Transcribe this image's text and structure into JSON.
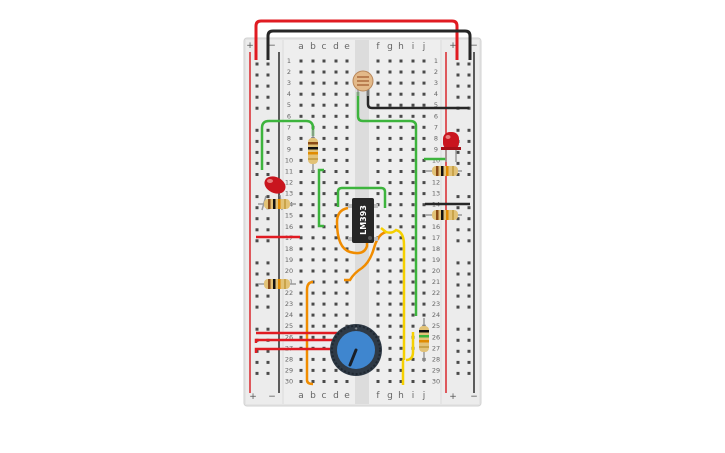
{
  "board": {
    "columns_left": [
      "a",
      "b",
      "c",
      "d",
      "e"
    ],
    "columns_right": [
      "f",
      "g",
      "h",
      "i",
      "j"
    ],
    "rows": [
      "1",
      "2",
      "3",
      "4",
      "5",
      "6",
      "7",
      "8",
      "9",
      "10",
      "11",
      "12",
      "13",
      "14",
      "15",
      "16",
      "17",
      "18",
      "19",
      "20",
      "21",
      "22",
      "23",
      "24",
      "25",
      "26",
      "27",
      "28",
      "29",
      "30"
    ],
    "rail_plus": "+",
    "rail_minus": "−"
  },
  "chip": {
    "part": "LM393"
  },
  "potentiometer": {
    "kind": "knob"
  },
  "colors": {
    "board": "#e9e9e9",
    "rail_red": "#d9262c",
    "rail_dark": "#2b2b2b",
    "wire_red": "#e01b22",
    "wire_black": "#262626",
    "wire_green": "#3db43d",
    "wire_orange": "#f08c00",
    "wire_yellow": "#f5d000",
    "led": "#c9151e",
    "knob": "#3f86cf"
  }
}
